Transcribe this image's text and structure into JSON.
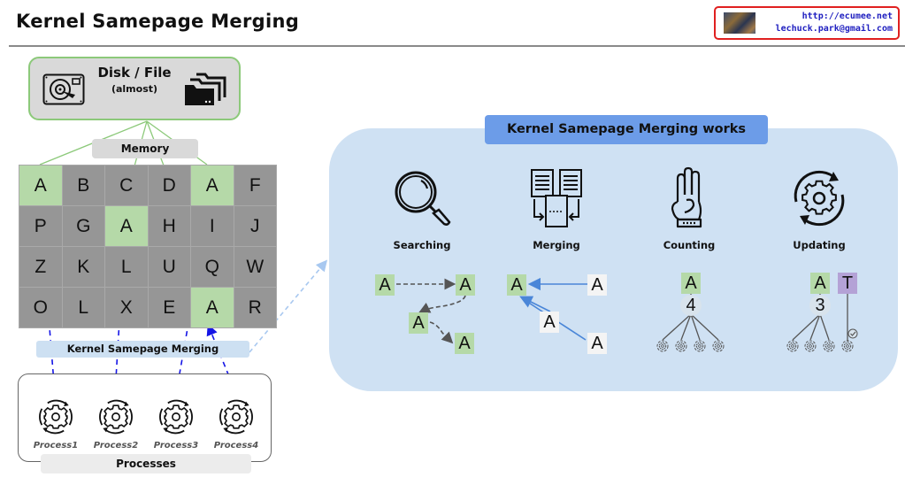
{
  "header": {
    "title": "Kernel Samepage Merging",
    "contact": {
      "url": "http://ecumee.net",
      "email": "lechuck.park@gmail.com"
    }
  },
  "disk": {
    "title": "Disk / File",
    "subtitle": "(almost)",
    "icons": [
      "hard-disk-icon",
      "folders-icon"
    ]
  },
  "memory": {
    "label": "Memory",
    "grid": [
      [
        "A",
        "B",
        "C",
        "D",
        "A",
        "F"
      ],
      [
        "P",
        "G",
        "A",
        "H",
        "I",
        "J"
      ],
      [
        "Z",
        "K",
        "L",
        "U",
        "Q",
        "W"
      ],
      [
        "O",
        "L",
        "X",
        "E",
        "A",
        "R"
      ]
    ],
    "highlighted_cells": [
      [
        0,
        0
      ],
      [
        0,
        4
      ],
      [
        1,
        2
      ],
      [
        3,
        4
      ]
    ],
    "colors": {
      "highlight": "#b5d9a8",
      "cell": "#969696"
    }
  },
  "ksm_bar": {
    "label": "Kernel Samepage Merging"
  },
  "processes": {
    "label": "Processes",
    "items": [
      {
        "label": "Process1",
        "icon": "gear-cycle-icon"
      },
      {
        "label": "Process2",
        "icon": "gear-cycle-icon"
      },
      {
        "label": "Process3",
        "icon": "gear-cycle-icon"
      },
      {
        "label": "Process4",
        "icon": "gear-cycle-icon"
      }
    ]
  },
  "works": {
    "title": "Kernel Samepage Merging works",
    "steps": [
      {
        "label": "Searching",
        "icon": "magnifier-icon"
      },
      {
        "label": "Merging",
        "icon": "merge-documents-icon"
      },
      {
        "label": "Counting",
        "icon": "three-fingers-icon"
      },
      {
        "label": "Updating",
        "icon": "gear-update-icon"
      }
    ],
    "searching": {
      "letters": [
        "A",
        "A",
        "A",
        "A"
      ]
    },
    "merging": {
      "target": "A",
      "sources": [
        "A",
        "A",
        "A"
      ]
    },
    "counting": {
      "letter": "A",
      "count": "4",
      "refs": 4
    },
    "updating": {
      "letter": "A",
      "count": "3",
      "refs": 3,
      "new_letter": "T"
    },
    "colors": {
      "panel": "#cfe1f3",
      "header": "#6c9ce8",
      "green": "#b5d9a8",
      "purple": "#b4a2d6"
    }
  }
}
